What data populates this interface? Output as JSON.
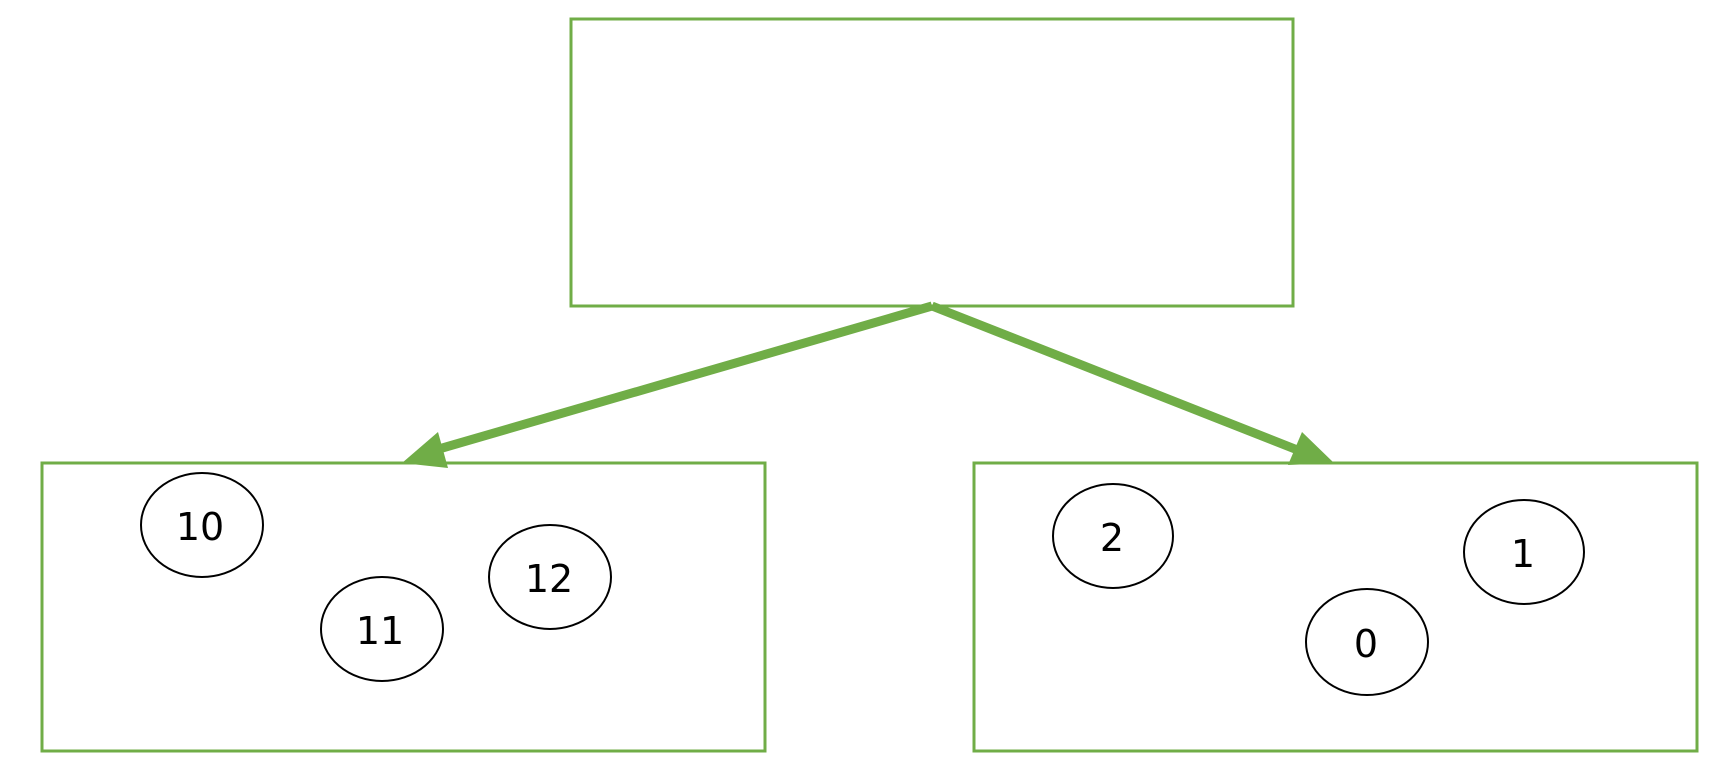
{
  "colors": {
    "box_border": "#70ad47",
    "arrow": "#70ad47",
    "ellipse_border": "#000000",
    "background": "#ffffff"
  },
  "left_group": {
    "nodes": [
      "10",
      "11",
      "12"
    ]
  },
  "right_group": {
    "nodes": [
      "2",
      "1",
      "0"
    ]
  }
}
